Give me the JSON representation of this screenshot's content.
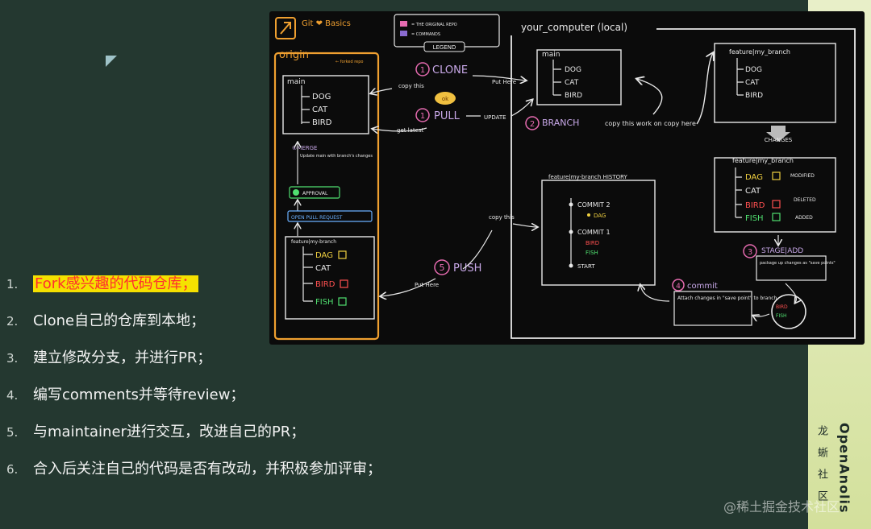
{
  "list": [
    {
      "num": "1.",
      "text": "Fork感兴趣的代码仓库；",
      "highlighted": true
    },
    {
      "num": "2.",
      "text": "Clone自己的仓库到本地；"
    },
    {
      "num": "3.",
      "text": "建立修改分支，并进行PR；"
    },
    {
      "num": "4.",
      "text": "编写comments并等待review；"
    },
    {
      "num": "5.",
      "text": "与maintainer进行交互，改进自己的PR；"
    },
    {
      "num": "6.",
      "text": "合入后关注自己的代码是否有改动，并积极参加评审；"
    }
  ],
  "diagram": {
    "logo_title": "Git ❤ Basics",
    "legend_label": "LEGEND",
    "legend_line1": "= THE ORIGINAL REPO",
    "legend_line2": "= COMMANDS",
    "origin_label": "origin",
    "origin_note": "← forked repo",
    "main_label": "main",
    "main_items": [
      "DOG",
      "CAT",
      "BIRD"
    ],
    "merge_label": "⑥MERGE",
    "merge_note": "Update main with branch's changes",
    "approval_label": "APPROVAL",
    "open_pr_label": "OPEN PULL REQUEST",
    "feature_branch_origin": "feature|my-branch",
    "origin_branch_items": [
      "DAG",
      "CAT",
      "BIRD",
      "FISH"
    ],
    "clone_label": "CLONE",
    "copy_this": "copy this",
    "put_here": "Put Here",
    "ok_label": "ok",
    "pull_label": "PULL",
    "update_label": "UPDATE",
    "get_latest": "get latest",
    "computer_label": "your_computer (local)",
    "local_main_label": "main",
    "local_main_items": [
      "DOG",
      "CAT",
      "BIRD"
    ],
    "branch_label": "BRANCH",
    "copy_this_work": "copy this work on copy here",
    "feature_top_label": "feature|my_branch",
    "feature_top_items": [
      "DOG",
      "CAT",
      "BIRD"
    ],
    "changes_label": "CHANGES",
    "feature_changed_label": "feature|my_branch",
    "changed_items": [
      {
        "name": "DAG",
        "note": "MODIFIED"
      },
      {
        "name": "CAT",
        "note": ""
      },
      {
        "name": "BIRD",
        "note": "DELETED"
      },
      {
        "name": "FISH",
        "note": "ADDED"
      }
    ],
    "stage_label": "STAGE|ADD",
    "stage_note": "package up changes as \"save points\"",
    "commit_label": "commit",
    "commit_note": "Attach changes in \"save point\" to branch",
    "history_title": "feature|my-branch HISTORY",
    "history_commit2": "COMMIT 2",
    "history_commit2_detail": "DAG",
    "history_commit1": "COMMIT 1",
    "history_commit1_del": "BIRD",
    "history_commit1_add": "FISH",
    "history_start": "START",
    "push_label": "PUSH",
    "put_here2": "Put Here",
    "copy_this2": "copy this",
    "num_clone": "1",
    "num_pull": "1",
    "num_branch": "2",
    "num_stage": "3",
    "num_commit": "4",
    "num_push": "5"
  },
  "brand": {
    "name": "OpenAnolis",
    "cn": "龙蜥社区"
  },
  "watermark": "@稀土掘金技术社区",
  "colors": {
    "origin_orange": "#f0a030",
    "chalk": "#e8e8e8",
    "command_purple": "#c8a8e8",
    "modified_yellow": "#f0d040",
    "deleted_red": "#ff5050",
    "added_green": "#50e070",
    "accent_highlight": "#f5e100"
  }
}
